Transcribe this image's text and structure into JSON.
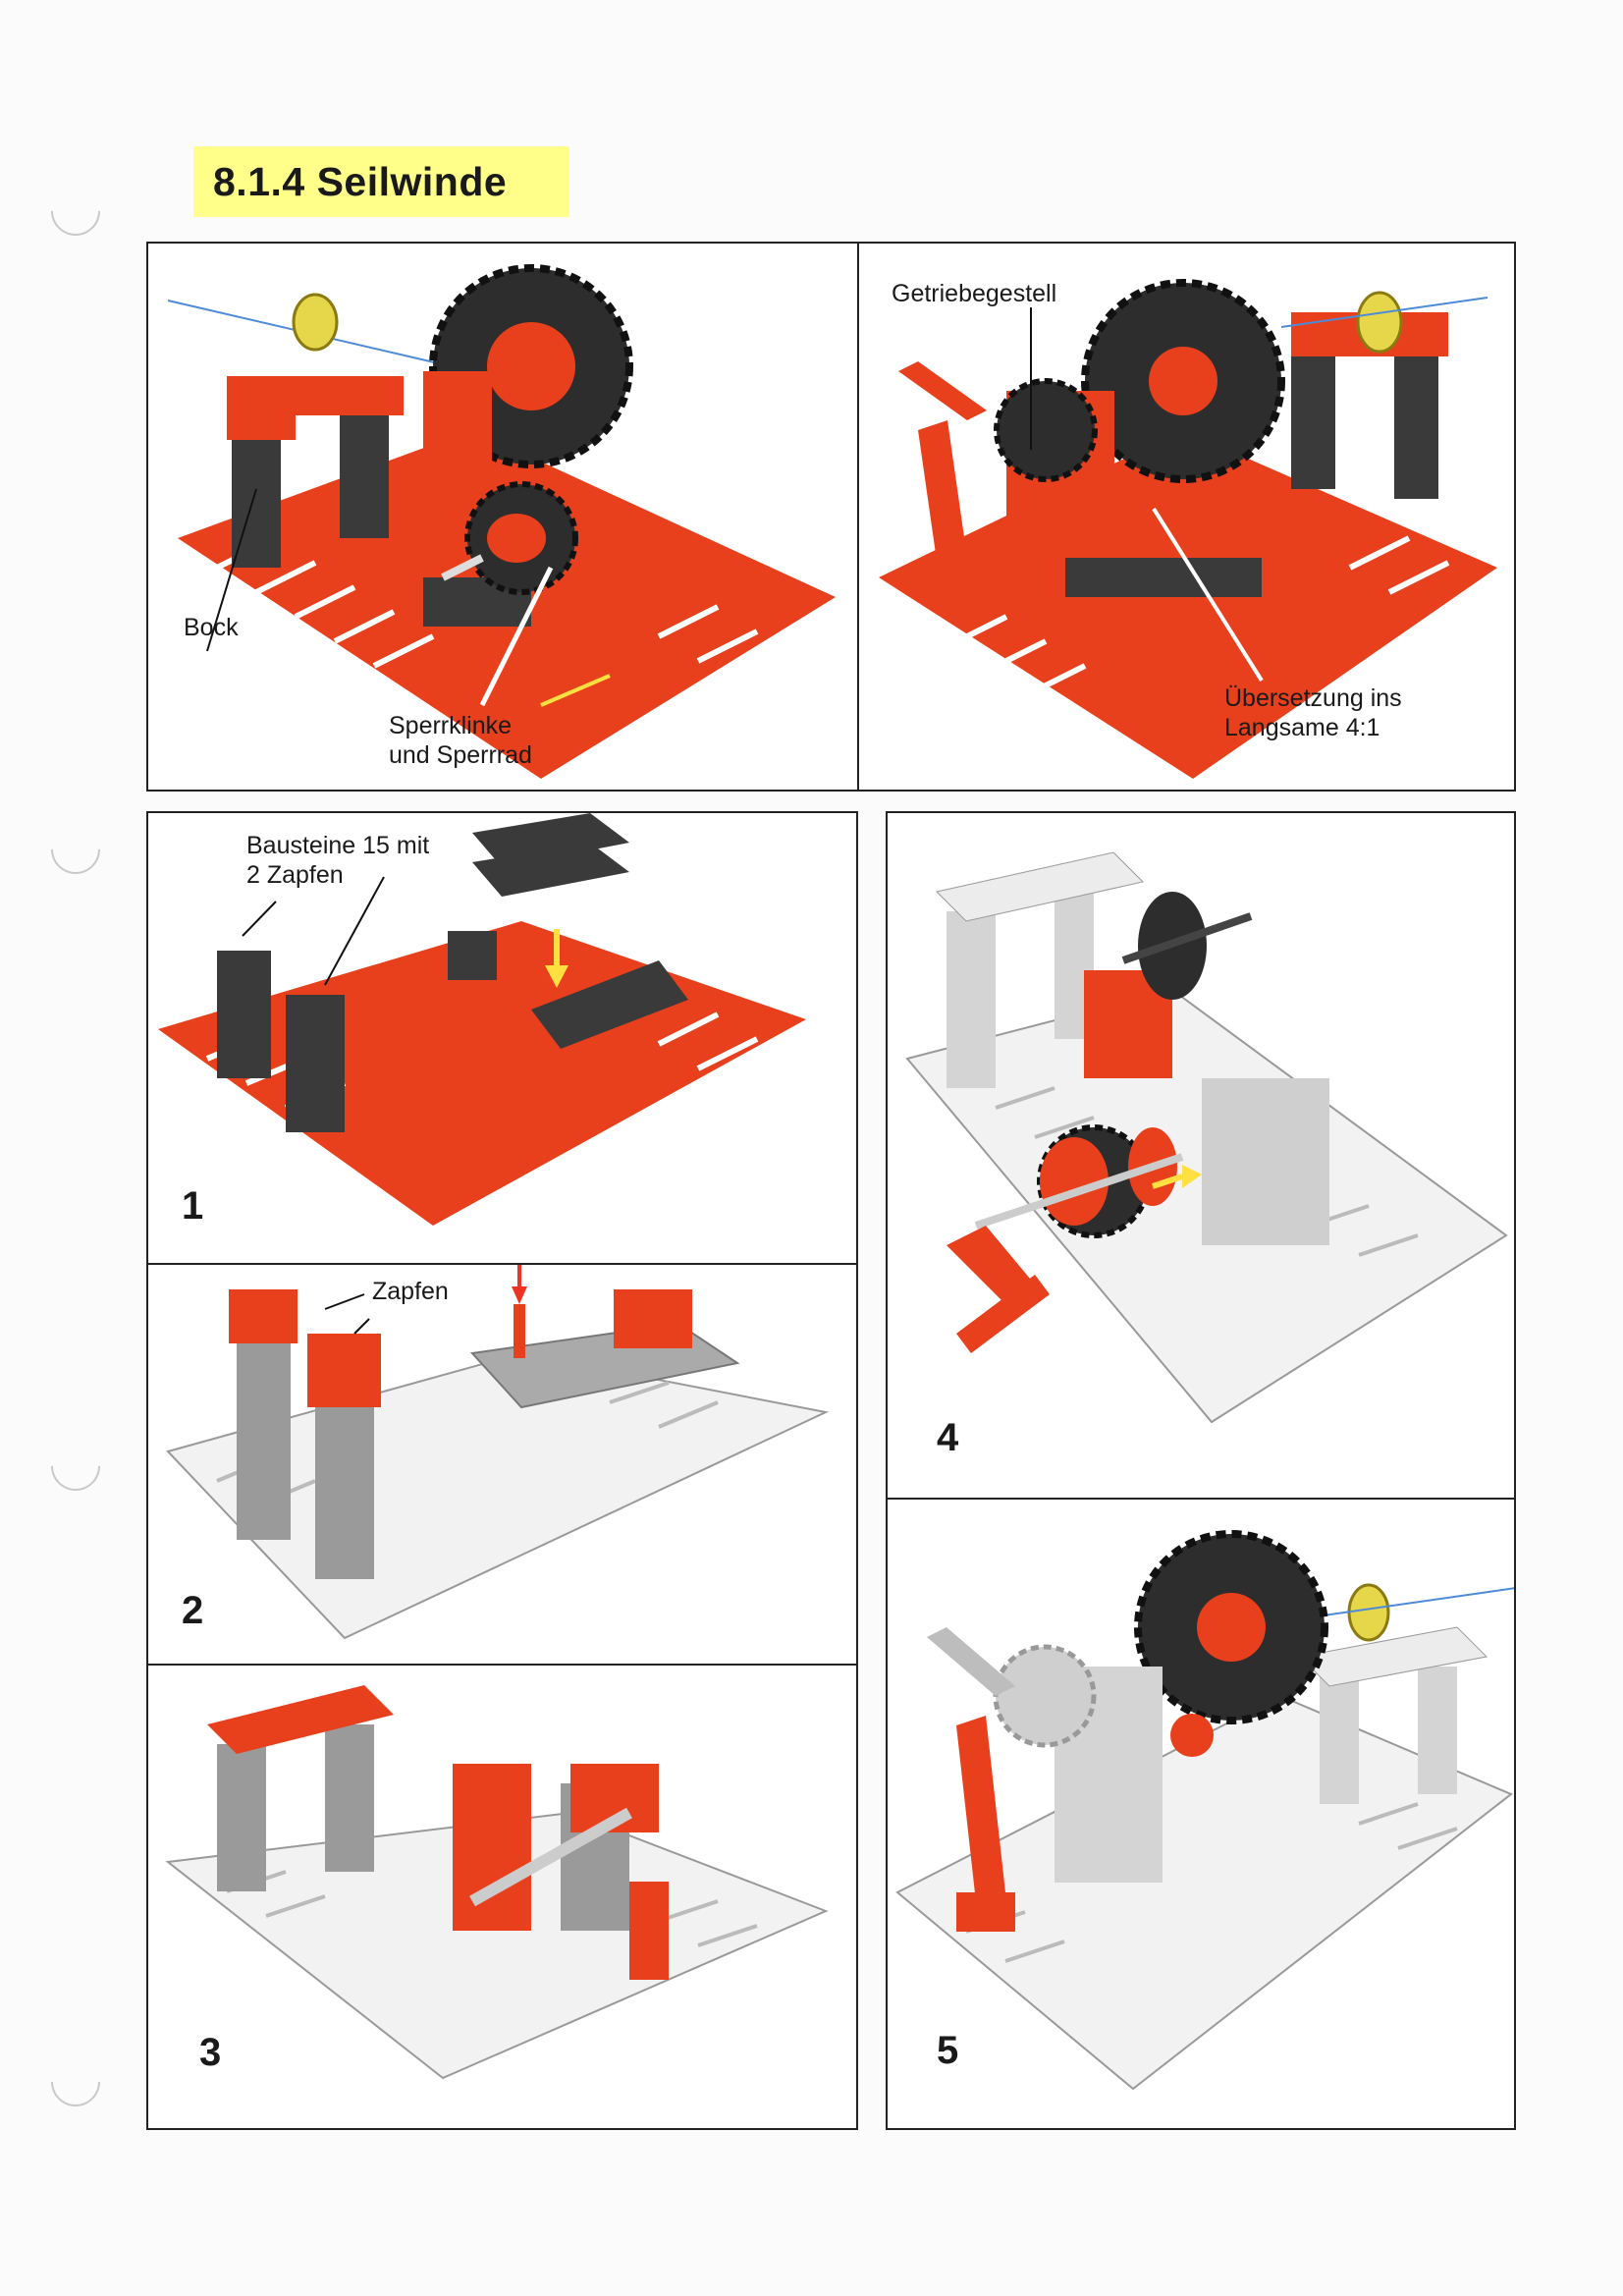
{
  "title": "8.1.4 Seilwinde",
  "overview": {
    "left_labels": {
      "bock": "Bock",
      "sperr_line1": "Sperrklinke",
      "sperr_line2": "und Sperrrad"
    },
    "right_labels": {
      "getriebe": "Getriebegestell",
      "uebers_line1": "Übersetzung ins",
      "uebers_line2": "Langsame 4:1"
    }
  },
  "steps": [
    {
      "number": "1",
      "label_line1": "Bausteine 15 mit",
      "label_line2": "2 Zapfen"
    },
    {
      "number": "2",
      "label": "Zapfen"
    },
    {
      "number": "3"
    },
    {
      "number": "4"
    },
    {
      "number": "5"
    }
  ],
  "colors": {
    "title_highlight": "#ffff8a",
    "part_red": "#e8401c",
    "part_dark": "#3a3a3a",
    "part_white": "#f2f2f2",
    "arrow_yellow": "#ffe040",
    "arrow_red": "#ee3322",
    "rope_blue": "#4d8ad8"
  }
}
